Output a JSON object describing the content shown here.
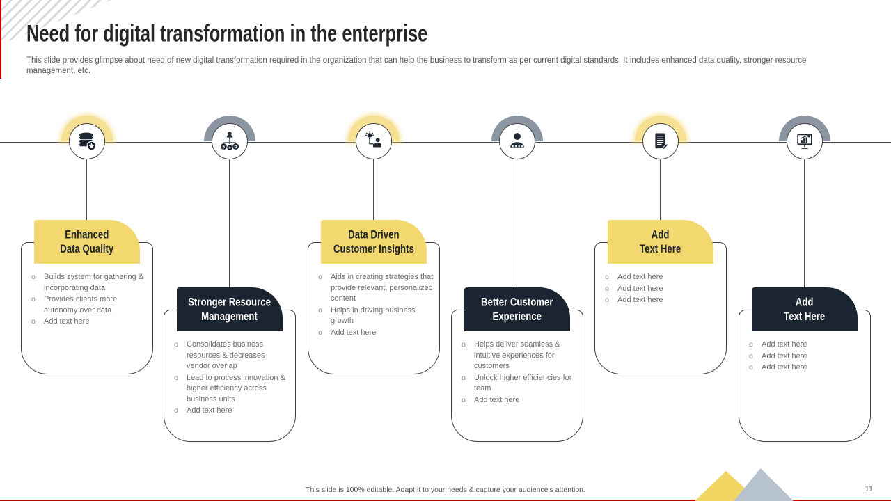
{
  "slide": {
    "title": "Need for digital transformation in the enterprise",
    "description": "This slide provides glimpse about need of new digital transformation required in the organization that can help the business to transform as per current digital standards. It includes enhanced data quality, stronger resource management, etc.",
    "footer": "This slide is 100% editable.  Adapt it to your needs & capture your audience's attention.",
    "page_number": "11"
  },
  "colors": {
    "accent_yellow": "#f3d76f",
    "accent_dark": "#1b2431",
    "ring_gray": "#8b95a1",
    "body_text": "#6e6e6e",
    "edge_red": "#c00000",
    "triangle_yellow": "#f2d664",
    "triangle_blue": "#b7c2cf"
  },
  "timeline": {
    "icons": [
      "database-gear-icon",
      "resource-allocation-icon",
      "idea-person-icon",
      "customer-rating-icon",
      "document-pen-icon",
      "analytics-monitor-icon"
    ]
  },
  "cards": [
    {
      "title_line1": "Enhanced",
      "title_line2": "Data Quality",
      "theme": "yellow",
      "bullets": [
        "Builds system for gathering & incorporating data",
        "Provides clients more autonomy over data",
        "Add text here"
      ]
    },
    {
      "title_line1": "Stronger Resource",
      "title_line2": "Management",
      "theme": "dark",
      "bullets": [
        "Consolidates business resources & decreases vendor overlap",
        "Lead to process innovation & higher efficiency across business units",
        "Add text here"
      ]
    },
    {
      "title_line1": "Data Driven",
      "title_line2": "Customer Insights",
      "theme": "yellow",
      "bullets": [
        "Aids in creating strategies that provide relevant, personalized content",
        "Helps in driving business growth",
        "Add text here"
      ]
    },
    {
      "title_line1": "Better Customer",
      "title_line2": "Experience",
      "theme": "dark",
      "bullets": [
        "Helps deliver seamless & intuitive experiences for customers",
        "Unlock higher efficiencies for team",
        "Add text here"
      ]
    },
    {
      "title_line1": "Add",
      "title_line2": "Text Here",
      "theme": "yellow",
      "bullets": [
        "Add text here",
        "Add text here",
        "Add text here"
      ]
    },
    {
      "title_line1": "Add",
      "title_line2": "Text Here",
      "theme": "dark",
      "bullets": [
        "Add text here",
        "Add text here",
        "Add text here"
      ]
    }
  ]
}
